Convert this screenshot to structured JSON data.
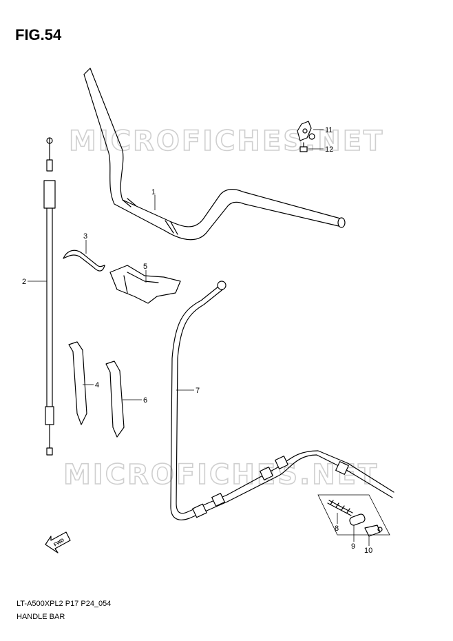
{
  "figure": {
    "title": "FIG.54"
  },
  "watermarks": [
    "MICROFICHES.NET",
    "MICROFICHES.NET"
  ],
  "callouts": [
    "1",
    "2",
    "3",
    "4",
    "5",
    "6",
    "7",
    "8",
    "9",
    "10",
    "11",
    "12"
  ],
  "direction_arrow": {
    "label": "FWD"
  },
  "footer": {
    "model_code": "LT-A500XPL2 P17 P24_054",
    "section_title": "HANDLE BAR"
  }
}
